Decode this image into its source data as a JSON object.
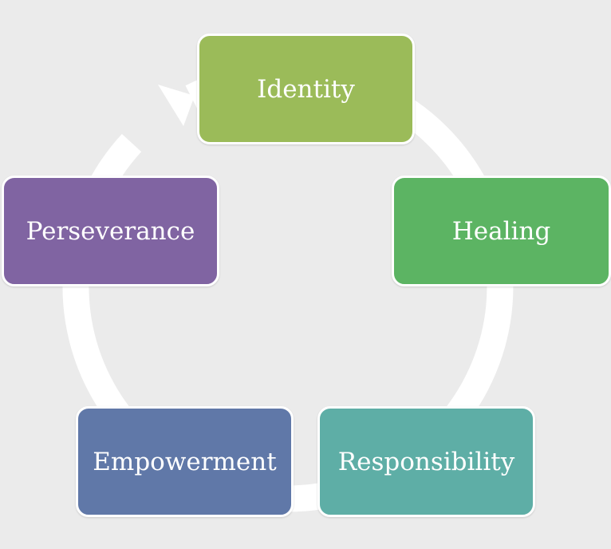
{
  "diagram": {
    "type": "cycle",
    "background": "#ebebeb",
    "arrow_color": "#ffffff",
    "nodes": [
      {
        "id": "identity",
        "label": "Identity",
        "color": "#9bbb59"
      },
      {
        "id": "healing",
        "label": "Healing",
        "color": "#5cb463"
      },
      {
        "id": "responsibility",
        "label": "Responsibility",
        "color": "#5eaea6"
      },
      {
        "id": "empowerment",
        "label": "Empowerment",
        "color": "#6078a8"
      },
      {
        "id": "perseverance",
        "label": "Perseverance",
        "color": "#8064a2"
      }
    ],
    "flow": [
      "identity",
      "healing",
      "responsibility",
      "empowerment",
      "perseverance",
      "identity"
    ]
  }
}
